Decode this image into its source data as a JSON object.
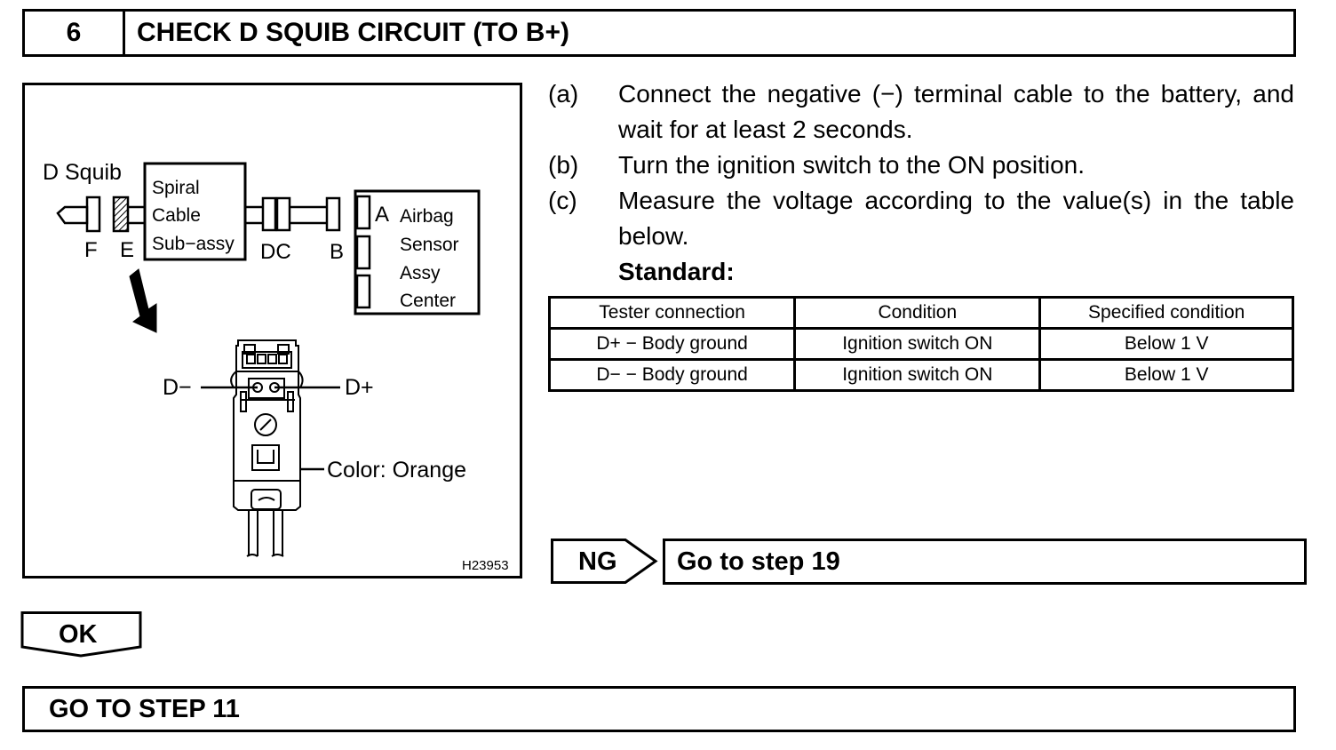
{
  "header": {
    "step_number": "6",
    "title": "CHECK D SQUIB CIRCUIT (TO B+)"
  },
  "figure": {
    "labels": {
      "d_squib": "D Squib",
      "spiral_line1": "Spiral",
      "spiral_line2": "Cable",
      "spiral_line3": "Sub−assy",
      "connector_f": "F",
      "connector_e": "E",
      "connector_dc": "DC",
      "connector_b": "B",
      "connector_a": "A",
      "sensor_line1": "Airbag",
      "sensor_line2": "Sensor",
      "sensor_line3": "Assy",
      "sensor_line4": "Center",
      "d_minus": "D−",
      "d_plus": "D+",
      "color_note": "Color: Orange",
      "figure_id": "H23953"
    }
  },
  "steps": [
    {
      "label": "(a)",
      "text": "Connect the negative (−) terminal cable to the battery, and wait for at least 2 seconds."
    },
    {
      "label": "(b)",
      "text": "Turn the ignition switch to the ON position."
    },
    {
      "label": "(c)",
      "text": "Measure the voltage according to the value(s) in the table below."
    }
  ],
  "standard_label": "Standard:",
  "table": {
    "headers": [
      "Tester connection",
      "Condition",
      "Specified condition"
    ],
    "rows": [
      [
        "D+ − Body ground",
        "Ignition switch ON",
        "Below 1 V"
      ],
      [
        "D− − Body ground",
        "Ignition switch ON",
        "Below 1 V"
      ]
    ]
  },
  "results": {
    "ng_label": "NG",
    "ng_action": "Go to step 19",
    "ok_label": "OK",
    "ok_action": "GO TO STEP 11"
  }
}
